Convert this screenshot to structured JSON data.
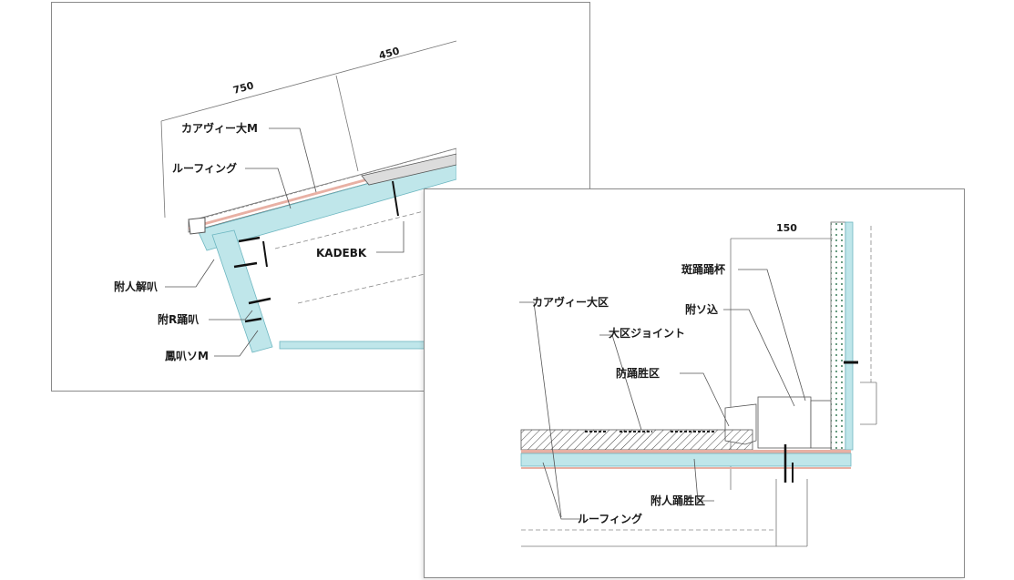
{
  "colors": {
    "insulation": "#bfe6ea",
    "insulation_edge": "#6cb6c0",
    "sheet_layer": "#e8b0a4",
    "hatch": "#444444",
    "line": "#555555",
    "background": "#ffffff"
  },
  "left_detail": {
    "dimensions": [
      "750",
      "450"
    ],
    "labels": {
      "waterproof_sheet": "カアヴィー大M",
      "roofing": "ルーフィング",
      "ceiling": "KADEBK",
      "fascia_a": "附人解叭",
      "fascia_b": "附R踊叭",
      "fascia_c": "鳳叭ソM"
    }
  },
  "right_detail": {
    "dimensions": [
      "150"
    ],
    "labels": {
      "wall_panel": "斑踊踊杯",
      "wall_sheet": "附ソ込",
      "waterproof_sheet": "カアヴィー大区",
      "joint": "大区ジョイント",
      "edge_board": "防踊胜区",
      "insulation_board": "附人踊胜区",
      "roofing": "ルーフィング"
    }
  }
}
